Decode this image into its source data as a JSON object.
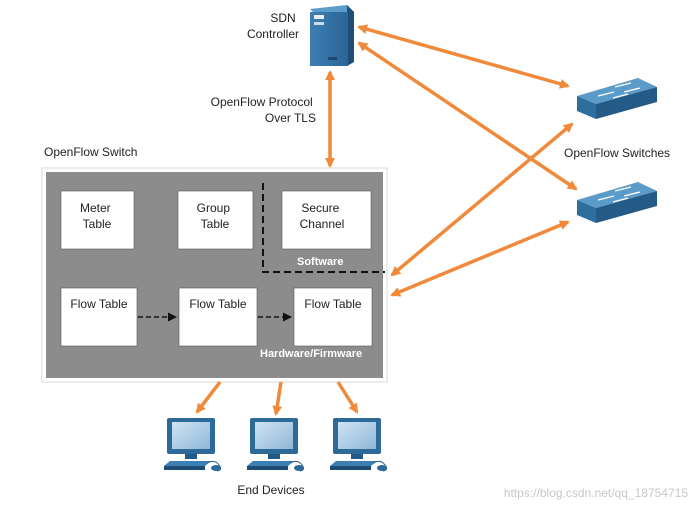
{
  "labels": {
    "sdn_controller": [
      "SDN",
      "Controller"
    ],
    "openflow_protocol": [
      "OpenFlow Protocol",
      "Over TLS"
    ],
    "openflow_switch": "OpenFlow Switch",
    "openflow_switches": "OpenFlow Switches",
    "end_devices": "End Devices",
    "software": "Software",
    "hardware_firmware": "Hardware/Firmware"
  },
  "tables": {
    "meter": [
      "Meter",
      "Table"
    ],
    "group": [
      "Group",
      "Table"
    ],
    "secure": [
      "Secure",
      "Channel"
    ],
    "flow_1": "Flow Table",
    "flow_2": "Flow Table",
    "flow_3": "Flow Table"
  },
  "watermark": "https://blog.csdn.net/qq_18754715",
  "colors": {
    "arrow": "#f08a3a",
    "switch_frame": "#8c8c8c",
    "device_blue": "#2a6a9a"
  },
  "icons": [
    "server-icon",
    "network-switch-icon",
    "computer-icon"
  ]
}
